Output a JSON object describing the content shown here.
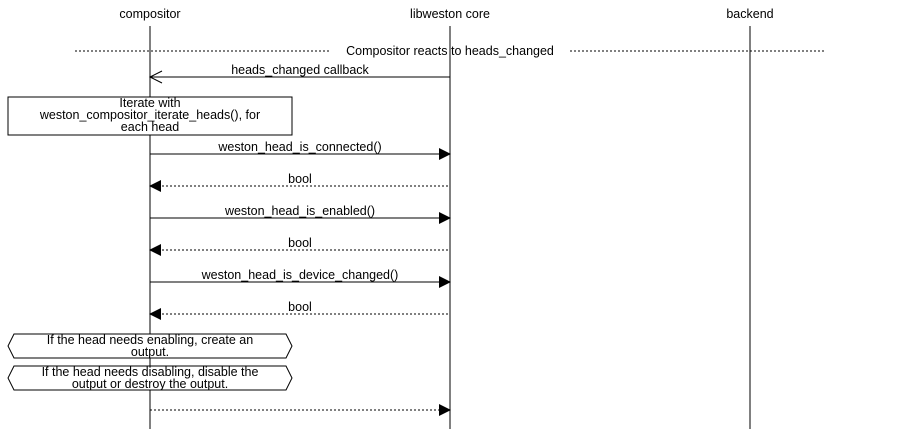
{
  "participants": [
    {
      "id": "compositor",
      "label": "compositor"
    },
    {
      "id": "core",
      "label": "libweston core"
    },
    {
      "id": "backend",
      "label": "backend"
    }
  ],
  "separator": {
    "label": "Compositor reacts to heads_changed"
  },
  "messages": [
    {
      "from": "core",
      "to": "compositor",
      "label": "heads_changed callback",
      "style": "solid",
      "head": "open"
    },
    {
      "from": "compositor",
      "to": "core",
      "label": "weston_head_is_connected()",
      "style": "solid",
      "head": "filled"
    },
    {
      "from": "core",
      "to": "compositor",
      "label": "bool",
      "style": "dashed",
      "head": "filled"
    },
    {
      "from": "compositor",
      "to": "core",
      "label": "weston_head_is_enabled()",
      "style": "solid",
      "head": "filled"
    },
    {
      "from": "core",
      "to": "compositor",
      "label": "bool",
      "style": "dashed",
      "head": "filled"
    },
    {
      "from": "compositor",
      "to": "core",
      "label": "weston_head_is_device_changed()",
      "style": "solid",
      "head": "filled"
    },
    {
      "from": "core",
      "to": "compositor",
      "label": "bool",
      "style": "dashed",
      "head": "filled"
    },
    {
      "from": "compositor",
      "to": "core",
      "label": "",
      "style": "dashed",
      "head": "filled"
    }
  ],
  "notes": [
    {
      "type": "box",
      "lines": [
        "Iterate with",
        "weston_compositor_iterate_heads(), for",
        "each head"
      ]
    },
    {
      "type": "hexagon",
      "lines": [
        "If the head needs enabling, create an",
        "output."
      ]
    },
    {
      "type": "hexagon",
      "lines": [
        "If the head needs disabling, disable the",
        "output or destroy the output."
      ]
    }
  ]
}
